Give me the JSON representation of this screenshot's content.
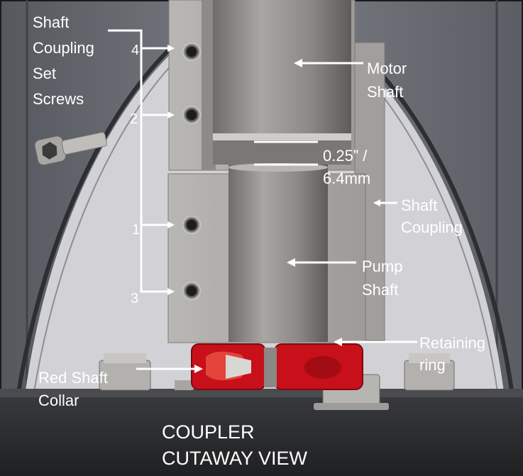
{
  "labels": {
    "set_screws": [
      "Shaft",
      "Coupling",
      "Set",
      "Screws"
    ],
    "motor_shaft": [
      "Motor",
      "Shaft"
    ],
    "gap": [
      "0.25” /",
      "6.4mm"
    ],
    "shaft_coupling": [
      "Shaft",
      "Coupling"
    ],
    "pump_shaft": [
      "Pump",
      "Shaft"
    ],
    "retaining_ring": [
      "Retaining",
      "ring"
    ],
    "red_shaft_collar": [
      "Red Shaft",
      "Collar"
    ],
    "screw_numbers": [
      "4",
      "2",
      "1",
      "3"
    ],
    "view_title": [
      "COUPLER",
      "CUTAWAY VIEW"
    ]
  },
  "colors": {
    "label_text": "#ffffff",
    "arrows": "#ffffff",
    "collar": "#c8101a",
    "coupling": "#a7a5a2",
    "shaft": "#8f8c89",
    "background_wall": "#6e7177",
    "cone_interior": "#d4d4d8",
    "base": "#2b2c2f"
  },
  "icons": [
    "socket-head-cap-screw",
    "hex-nut",
    "set-screw-hole"
  ]
}
